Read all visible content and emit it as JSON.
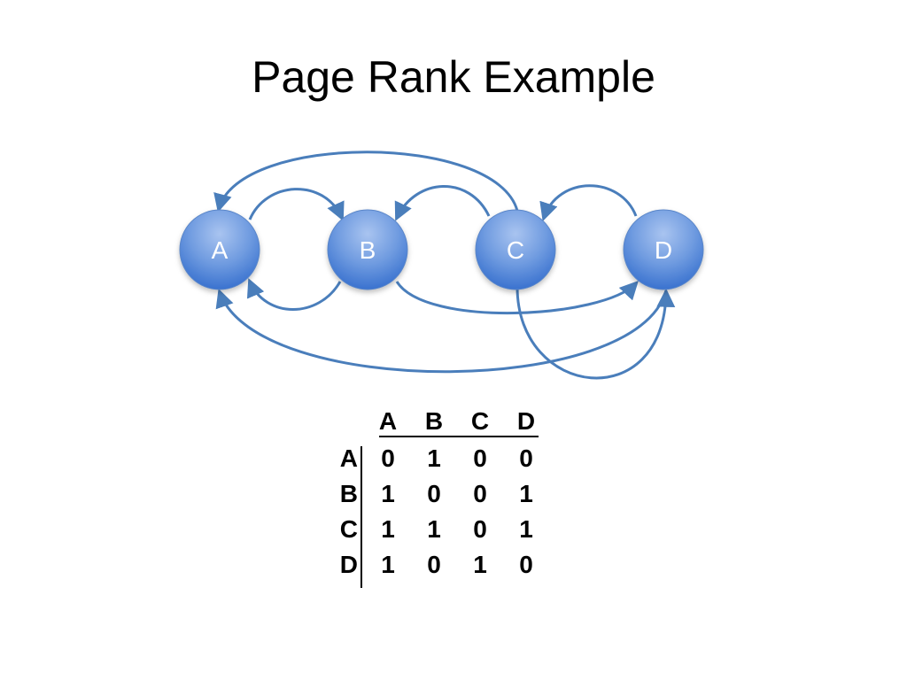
{
  "title": "Page Rank Example",
  "nodes": [
    {
      "id": "A",
      "label": "A"
    },
    {
      "id": "B",
      "label": "B"
    },
    {
      "id": "C",
      "label": "C"
    },
    {
      "id": "D",
      "label": "D"
    }
  ],
  "edges": [
    {
      "from": "A",
      "to": "B"
    },
    {
      "from": "B",
      "to": "A"
    },
    {
      "from": "B",
      "to": "D"
    },
    {
      "from": "C",
      "to": "A"
    },
    {
      "from": "C",
      "to": "B"
    },
    {
      "from": "C",
      "to": "D"
    },
    {
      "from": "D",
      "to": "A"
    },
    {
      "from": "D",
      "to": "C"
    }
  ],
  "matrix": {
    "col_headers": [
      "A",
      "B",
      "C",
      "D"
    ],
    "rows": [
      {
        "label": "A",
        "values": [
          "0",
          "1",
          "0",
          "0"
        ]
      },
      {
        "label": "B",
        "values": [
          "1",
          "0",
          "0",
          "1"
        ]
      },
      {
        "label": "C",
        "values": [
          "1",
          "1",
          "0",
          "1"
        ]
      },
      {
        "label": "D",
        "values": [
          "1",
          "0",
          "1",
          "0"
        ]
      }
    ]
  },
  "colors": {
    "node_top": "#8fb3ea",
    "node_bottom": "#3a72cf",
    "edge": "#4a7ebb"
  }
}
